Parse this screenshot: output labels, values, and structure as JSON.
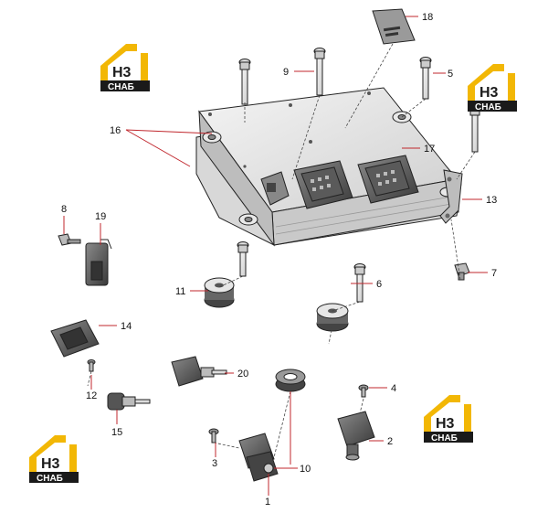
{
  "diagram": {
    "callouts": {
      "c1": "1",
      "c2": "2",
      "c3": "3",
      "c4": "4",
      "c5": "5",
      "c6": "6",
      "c7": "7",
      "c8": "8",
      "c9": "9",
      "c10": "10",
      "c11": "11",
      "c12": "12",
      "c13": "13",
      "c14": "14",
      "c15": "15",
      "c16": "16",
      "c17": "17",
      "c18": "18",
      "c19": "19",
      "c20": "20"
    },
    "logo": {
      "mark": "H3",
      "text": "СНАБ"
    },
    "colors": {
      "leader": "#c0272d",
      "logo_yellow": "#f2b705",
      "logo_dark": "#1a1a1a"
    }
  }
}
